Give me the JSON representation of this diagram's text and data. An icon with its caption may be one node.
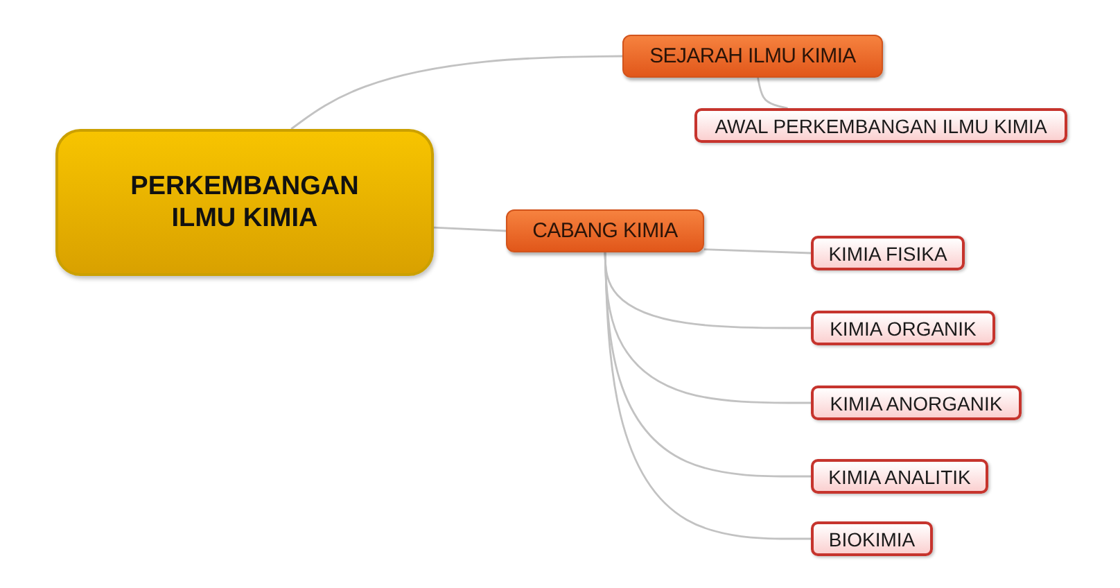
{
  "diagram": {
    "nodes": [
      {
        "text": [
          "PERKEMBANGAN ILMU KIMIA"
        ]
      },
      {
        "text": [
          "SEJARAH ILMU KIMIA"
        ]
      },
      {
        "text": [
          "AWAL PERKEMBANGAN ILMU KIMIA"
        ]
      },
      {
        "text": [
          "CABANG KIMIA"
        ]
      },
      {
        "text": [
          "KIMIA FISIKA"
        ]
      },
      {
        "text": [
          "KIMIA ORGANIK"
        ]
      },
      {
        "text": [
          "KIMIA ANORGANIK"
        ]
      },
      {
        "text": [
          "KIMIA ANALITIK"
        ]
      },
      {
        "text": [
          "BIOKIMIA"
        ]
      }
    ],
    "edges": [
      {
        "from": 0,
        "to": 1,
        "arrow": "none"
      },
      {
        "from": 1,
        "to": 2,
        "arrow": "none"
      },
      {
        "from": 0,
        "to": 3,
        "arrow": "none"
      },
      {
        "from": 3,
        "to": 4,
        "arrow": "none"
      },
      {
        "from": 3,
        "to": 5,
        "arrow": "none"
      },
      {
        "from": 3,
        "to": 6,
        "arrow": "none"
      },
      {
        "from": 3,
        "to": 7,
        "arrow": "none"
      },
      {
        "from": 3,
        "to": 8,
        "arrow": "none"
      }
    ]
  }
}
